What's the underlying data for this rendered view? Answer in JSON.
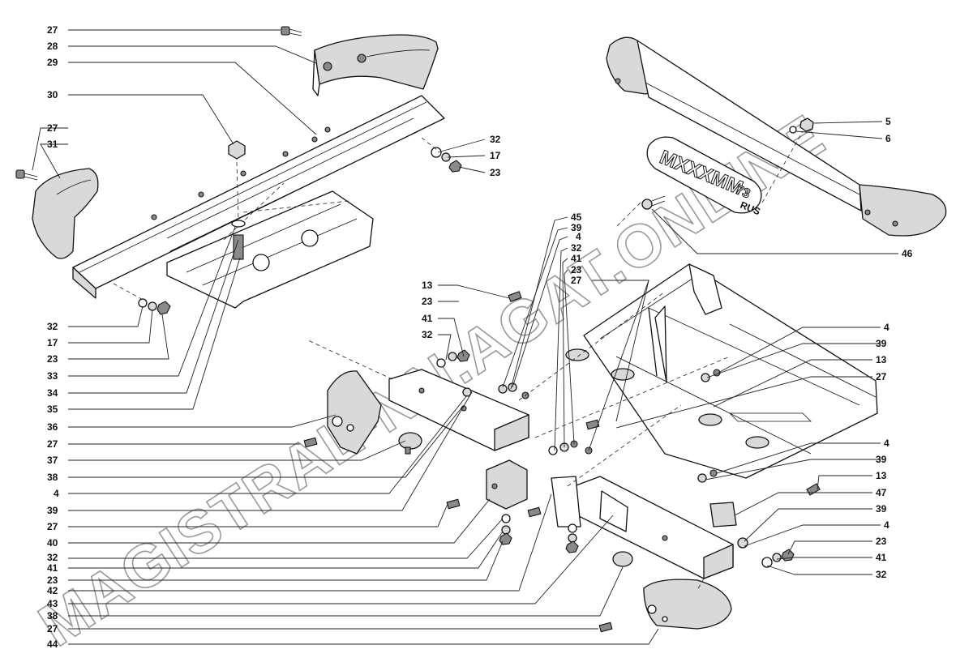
{
  "watermark": "MAGISTRAL-NN.AGAT.ONLINE",
  "plate": {
    "letters": "MXXXMM",
    "region": "73",
    "country": "RUS"
  },
  "callouts_left": [
    "27",
    "28",
    "29",
    "30",
    "27",
    "31",
    "32",
    "17",
    "23",
    "33",
    "34",
    "35",
    "36",
    "27",
    "37",
    "38",
    "4",
    "39",
    "27",
    "40",
    "32",
    "41",
    "23",
    "42",
    "43",
    "38",
    "27",
    "44"
  ],
  "callouts_center": [
    "45",
    "39",
    "4",
    "32",
    "41",
    "23",
    "27",
    "13",
    "23",
    "41",
    "32"
  ],
  "callouts_right": [
    "32",
    "17",
    "23",
    "5",
    "6",
    "46",
    "4",
    "39",
    "13",
    "27",
    "4",
    "39",
    "13",
    "47",
    "39",
    "4",
    "23",
    "41",
    "32"
  ]
}
